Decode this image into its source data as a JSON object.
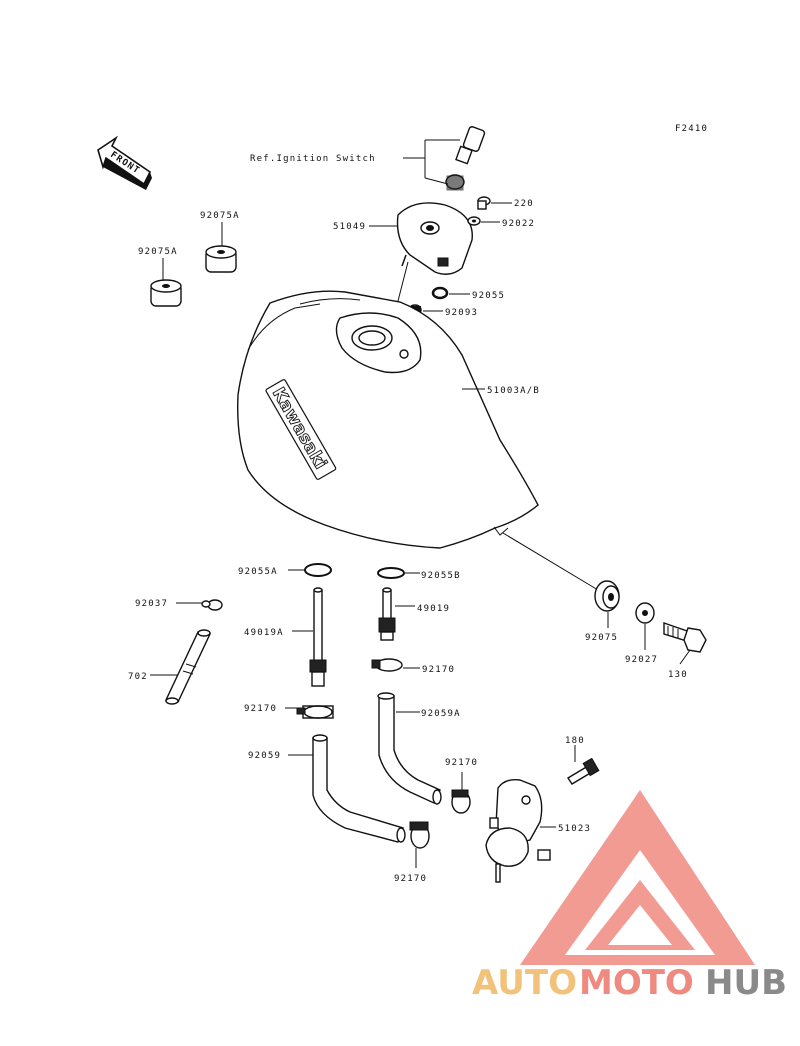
{
  "diagram_code": "F2410",
  "front_marker": "FRONT",
  "brand_on_tank": "Kawasaki",
  "callouts": {
    "ref_ignition_switch": "Ref.Ignition Switch",
    "p51049": "51049",
    "p220": "220",
    "p92022": "92022",
    "p92075A_top": "92075A",
    "p92075A_left": "92075A",
    "p92055": "92055",
    "p92093": "92093",
    "p51003": "51003A/B",
    "p92055A": "92055A",
    "p92055B": "92055B",
    "p92037": "92037",
    "p49019A": "49019A",
    "p49019": "49019",
    "p702": "702",
    "p92170_a": "92170",
    "p92170_b": "92170",
    "p92170_c": "92170",
    "p92170_d": "92170",
    "p92059A": "92059A",
    "p92059": "92059",
    "p92075": "92075",
    "p92027": "92027",
    "p130": "130",
    "p180": "180",
    "p51023": "51023"
  },
  "watermark": {
    "part1": "AUTO",
    "part2": "MOTO",
    "part3": "HUB"
  },
  "colors": {
    "wm_orange": "#f2c27a",
    "wm_red": "#ef8a80",
    "wm_gray": "#8a8a8a"
  }
}
